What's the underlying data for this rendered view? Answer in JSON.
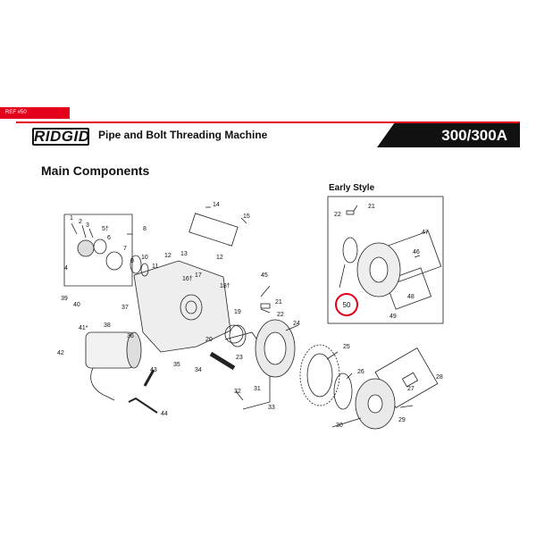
{
  "ref_tag": "REF #50",
  "header": {
    "brand": "RIDGID",
    "title": "Pipe and Bolt Threading Machine",
    "model": "300/300A"
  },
  "section_title": "Main Components",
  "early_style_title": "Early Style",
  "colors": {
    "accent_red": "#e2001a",
    "header_black": "#111111"
  },
  "main_callouts": [
    "1",
    "2",
    "3",
    "5†",
    "6",
    "7",
    "8",
    "4",
    "9",
    "10",
    "11",
    "12",
    "13",
    "14",
    "15",
    "16†",
    "17",
    "18†",
    "12",
    "45",
    "21",
    "22",
    "39",
    "40",
    "38",
    "37",
    "41*",
    "36",
    "19",
    "24",
    "42",
    "23",
    "20",
    "35",
    "34",
    "32",
    "31",
    "33",
    "43",
    "44",
    "25",
    "26",
    "27",
    "28",
    "29",
    "30"
  ],
  "early_style_callouts": [
    "21",
    "22",
    "47",
    "46",
    "48",
    "49"
  ],
  "highlight_callout": "50"
}
